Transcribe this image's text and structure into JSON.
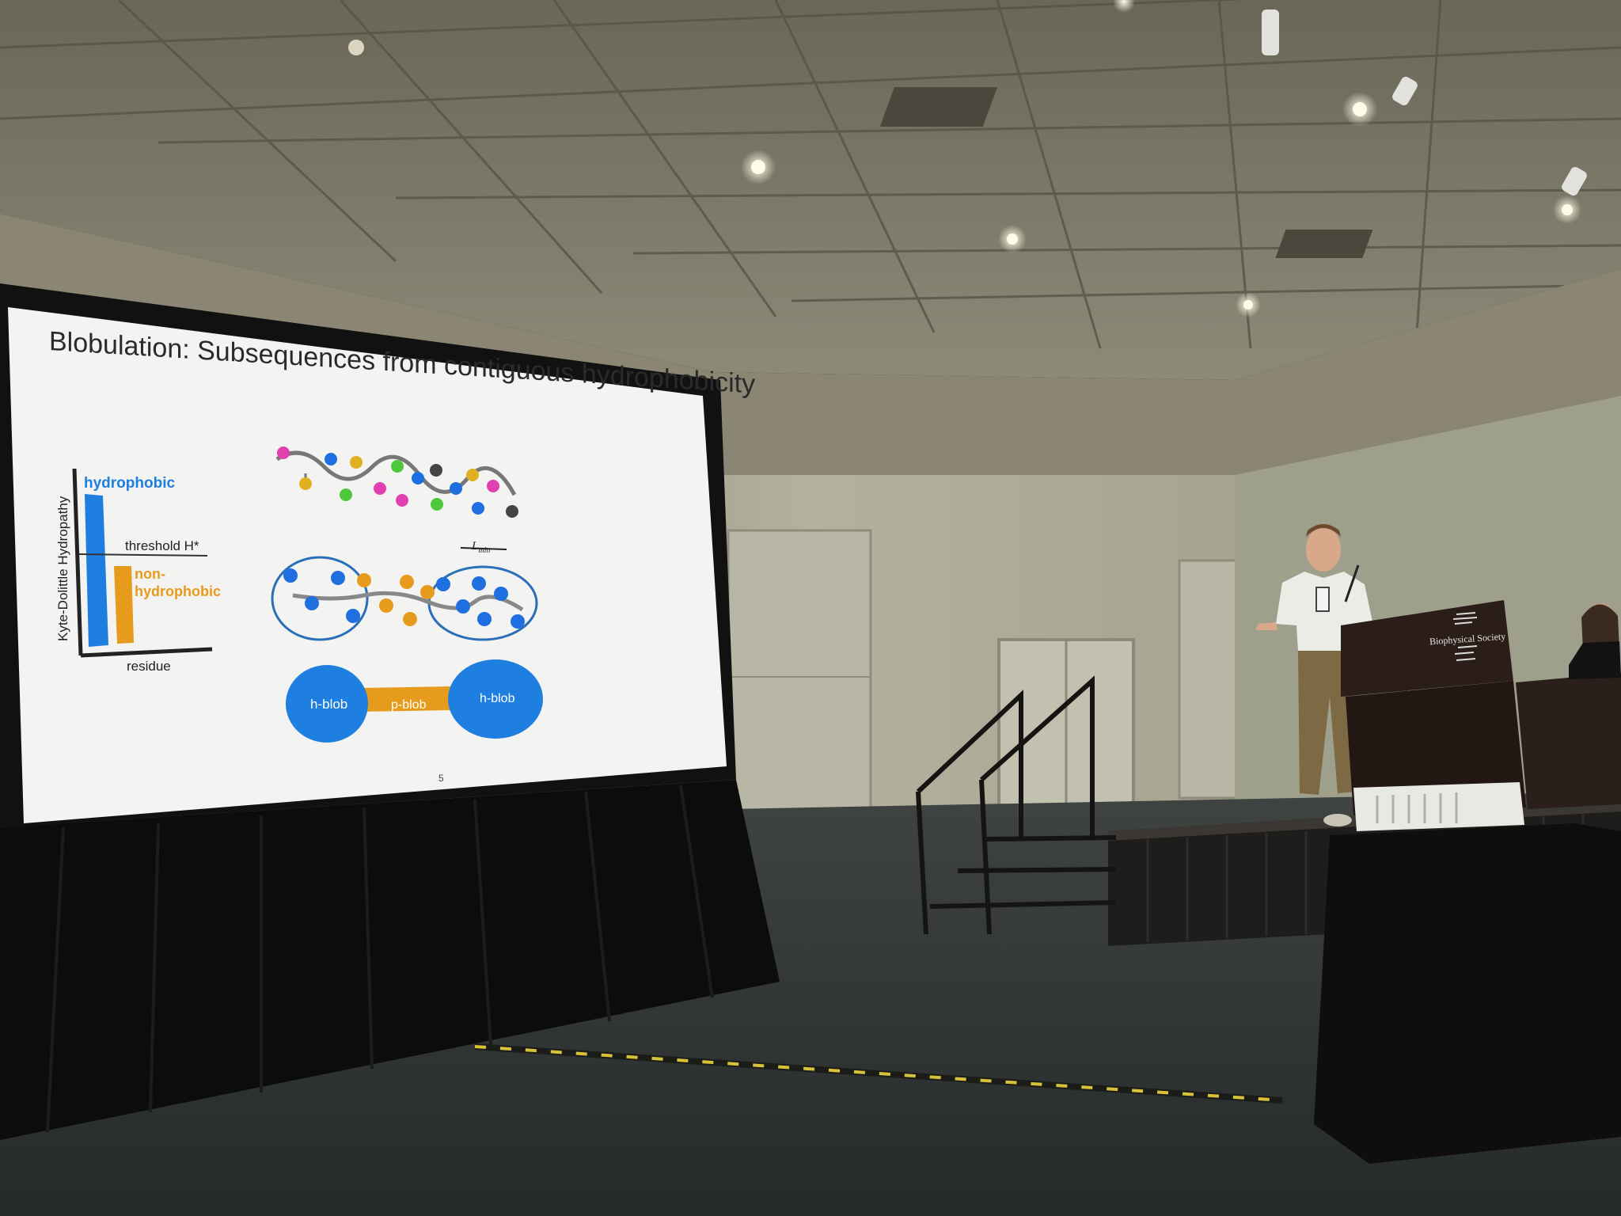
{
  "slide": {
    "title": "Blobulation: Subsequences from contiguous hydrophobicity",
    "y_axis_label": "Kyte-Dolittle Hydropathy",
    "label_hydrophobic": "hydrophobic",
    "label_threshold": "threshold H*",
    "label_non": "non-",
    "label_non2": "hydrophobic",
    "x_axis_label": "residue",
    "lmin_label": "L",
    "lmin_sub": "min",
    "hblob_left": "h-blob",
    "pblob": "p-blob",
    "hblob_right": "h-blob",
    "page_number": "5"
  },
  "podium_sign": "Biophysical Society",
  "colors": {
    "hydrophobic_blue": "#1f7fe0",
    "nonhydrophobic_orange": "#e79b1c",
    "slide_bg": "#f3f3f1",
    "room_wall": "#c9c6b4"
  }
}
